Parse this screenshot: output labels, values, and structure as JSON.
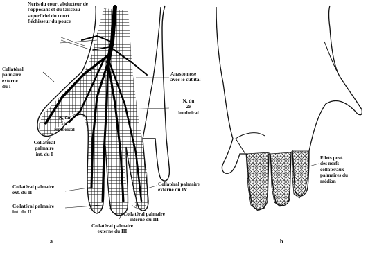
{
  "figure": {
    "panel_a": {
      "panel_label": "a",
      "labels": {
        "thenar_nerves": "Nerfs du court abducteur de\nl'opposant et du faisceau\nsuperficiel du court\nfléchisseur du pouce",
        "coll_ext_I": "Collatéral\npalmaire\nexterne\ndu I",
        "n1_lombrical": "N. du\n1er\nlombrical",
        "coll_int_I": "Collatéral\npalmaire\nint. du I",
        "anastomose": "Anastomose\navec le cubital",
        "n2_lombrical": "N. du\n2e\nlombrical",
        "coll_ext_II": "Collatéral palmaire\next. du II",
        "coll_int_II": "Collatéral palmaire\nint. du II",
        "coll_ext_III": "Collatéral palmaire\nexterne du III",
        "coll_int_III": "Collatéral palmaire\ninterne du III",
        "coll_ext_IV": "Collatéral palmaire\nexterne du IV"
      }
    },
    "panel_b": {
      "panel_label": "b",
      "labels": {
        "filets": "Filets post.\ndes nerfs\ncollatéraux\npalmaires du\nmédian"
      }
    }
  }
}
